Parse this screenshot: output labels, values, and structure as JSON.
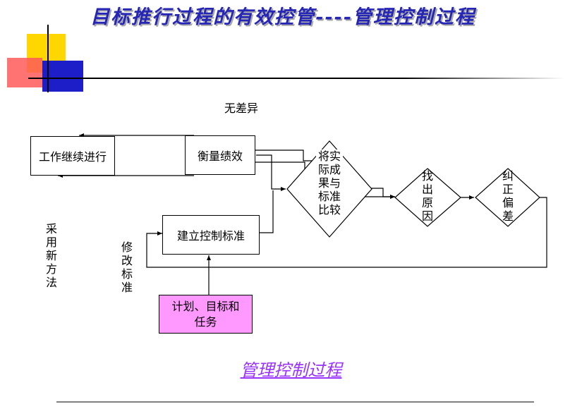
{
  "slide": {
    "title": "目标推行过程的有效控管----管理控制过程",
    "caption": "管理控制过程"
  },
  "diagram": {
    "labels": {
      "no_difference": "无差异",
      "adopt_new_method": "采用新方法",
      "modify_standard": "修改标准"
    },
    "boxes": {
      "work_continues": "工作继续进行",
      "measure_performance": "衡量绩效",
      "set_standard": "建立控制标准",
      "plan_goals_tasks": "计划、目标和任务"
    },
    "decisions": {
      "compare": "将实际成果与标准比较",
      "find_cause": "找出原因",
      "correct_deviation": "纠正偏差"
    }
  },
  "colors": {
    "title": "#2626b6",
    "caption": "#9933ff",
    "plan_box_fill": "#ff99ff",
    "deco_yellow": "#ffd700",
    "deco_red": "#ff5a5a",
    "deco_blue": "#1e1ec8"
  }
}
